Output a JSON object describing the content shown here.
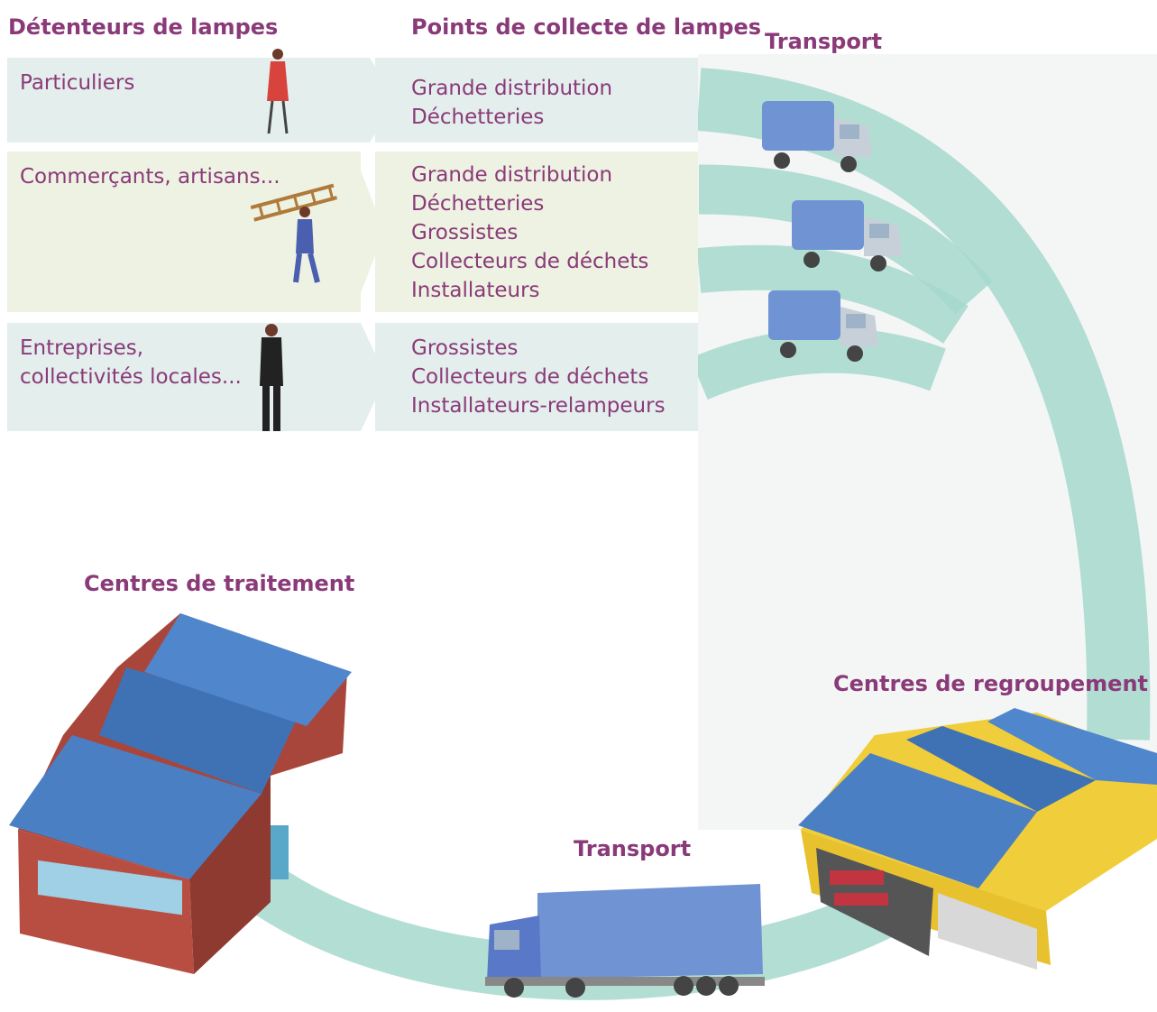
{
  "headings": {
    "holders": "Détenteurs de lampes",
    "collection_points": "Points de collecte de lampes",
    "transport_top": "Transport",
    "treatment": "Centres de traitement",
    "grouping": "Centres de regroupement",
    "transport_bottom": "Transport"
  },
  "rows": [
    {
      "holder": [
        "Particuliers"
      ],
      "points": [
        "Grande distribution",
        "Déchetteries"
      ]
    },
    {
      "holder": [
        "Commerçants, artisans..."
      ],
      "points": [
        "Grande distribution",
        "Déchetteries",
        "Grossistes",
        "Collecteurs de déchets",
        "Installateurs"
      ]
    },
    {
      "holder": [
        "Entreprises,",
        "collectivités locales..."
      ],
      "points": [
        "Grossistes",
        "Collecteurs de déchets",
        "Installateurs-relampeurs"
      ]
    }
  ],
  "colors": {
    "title": "#8a3a78",
    "row_blue": "#e3eeed",
    "row_green": "#edf2e2",
    "road": "#a6d8cc",
    "roof": "#4a7fc4",
    "truck": "#6f93d3"
  },
  "icons": [
    "woman-figure-icon",
    "ladder-worker-icon",
    "businessman-icon",
    "van-icon",
    "truck-icon",
    "factory-icon",
    "warehouse-icon"
  ]
}
